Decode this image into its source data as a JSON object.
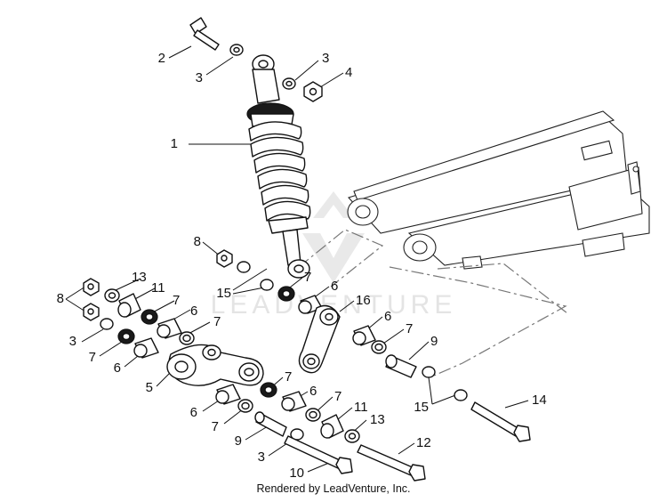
{
  "footer": {
    "credit": "Rendered by LeadVenture, Inc."
  },
  "watermark": {
    "text": "LEADVENTURE"
  },
  "callouts": {
    "c1": "1",
    "c2": "2",
    "c3a": "3",
    "c3b": "3",
    "c4": "4",
    "c8a": "8",
    "c15a": "15",
    "c7a": "7",
    "c6a": "6",
    "c16": "16",
    "c13a": "13",
    "c8b": "8",
    "c11a": "11",
    "c7b": "7",
    "c6b": "6",
    "c3c": "3",
    "c7c": "7",
    "c6c": "6",
    "c7d": "7",
    "c5": "5",
    "c6d": "6",
    "c7e": "7",
    "c9a": "9",
    "c6e": "6",
    "c7f": "7",
    "c11b": "11",
    "c13b": "13",
    "c3d": "3",
    "c10": "10",
    "c12": "12",
    "c6f": "6",
    "c7g": "7",
    "c9b": "9",
    "c15b": "15",
    "c14": "14"
  }
}
